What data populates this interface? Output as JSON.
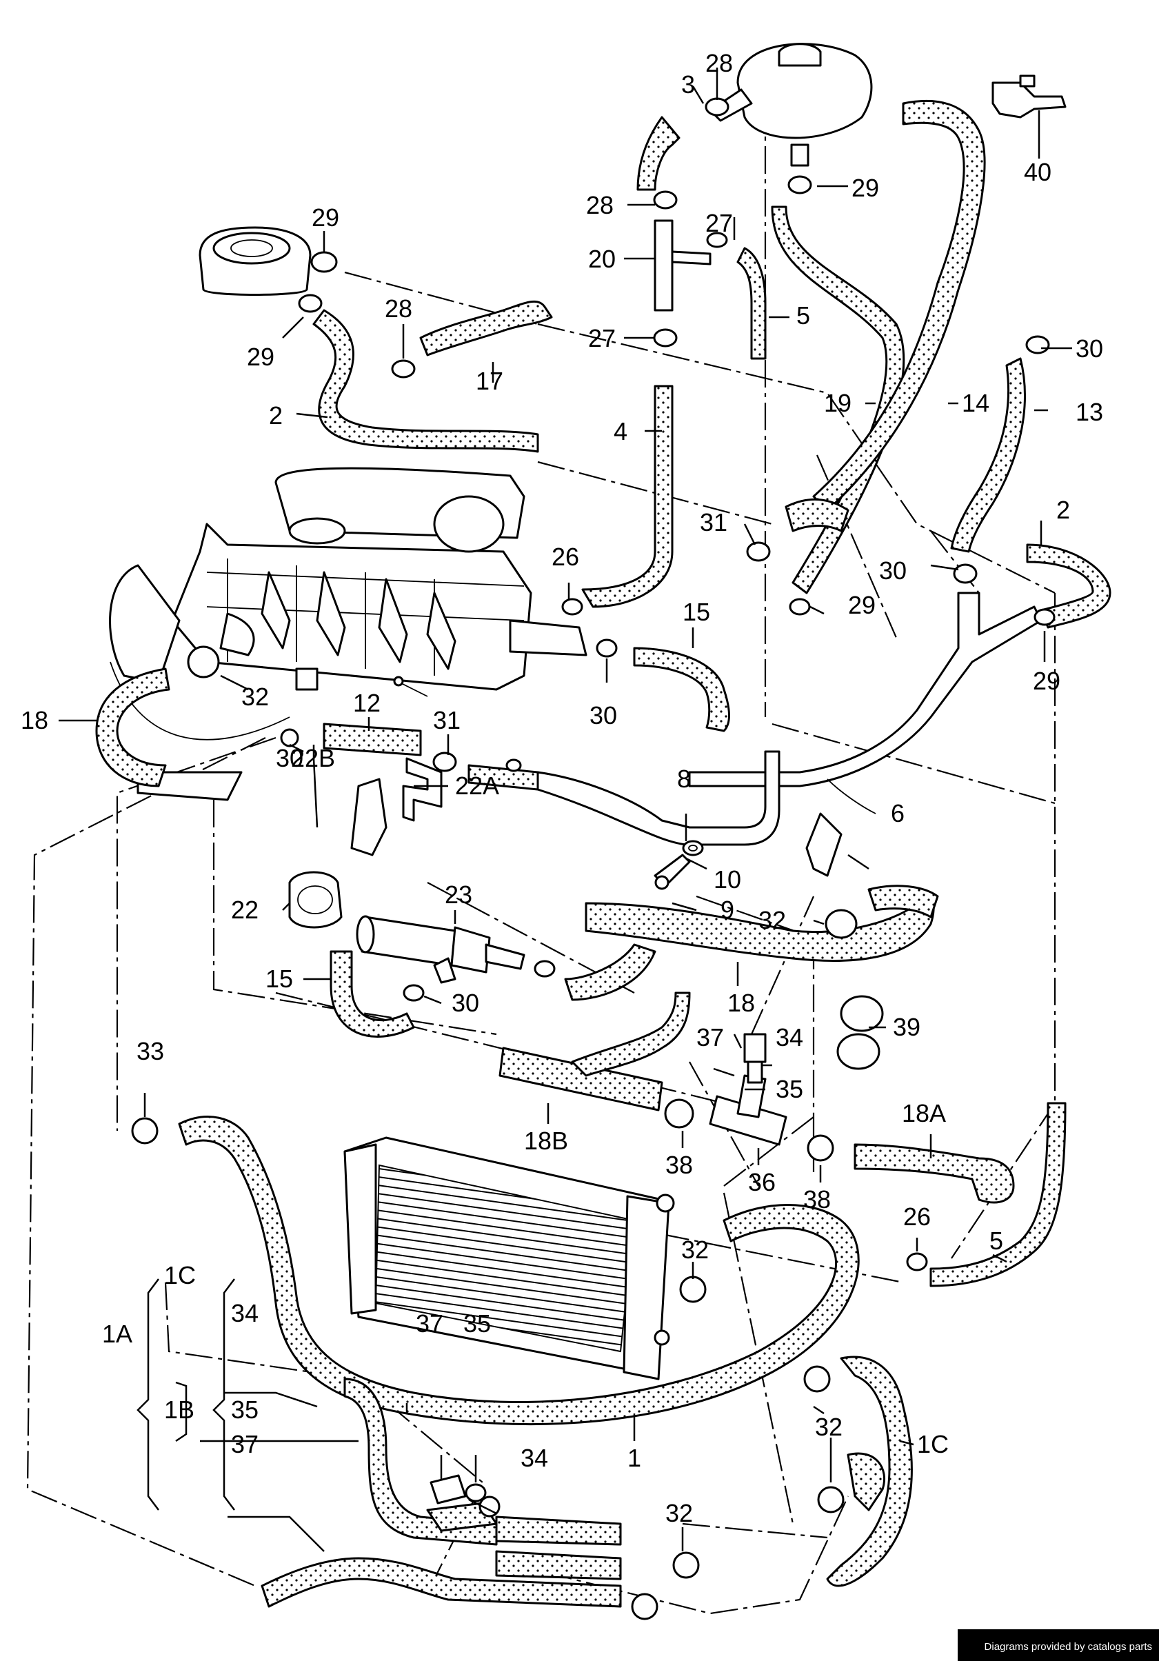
{
  "callouts": {
    "c1": "1",
    "c1A": "1A",
    "c1B": "1B",
    "c1C_a": "1C",
    "c1C_b": "1C",
    "c2_a": "2",
    "c2_b": "2",
    "c3": "3",
    "c4": "4",
    "c5_a": "5",
    "c5_b": "5",
    "c6": "6",
    "c8": "8",
    "c9": "9",
    "c10": "10",
    "c12": "12",
    "c13": "13",
    "c14": "14",
    "c15_a": "15",
    "c15_b": "15",
    "c17": "17",
    "c18_a": "18",
    "c18_b": "18",
    "c18A": "18A",
    "c18B": "18B",
    "c19": "19",
    "c20": "20",
    "c22": "22",
    "c22A": "22A",
    "c22B": "22B",
    "c23": "23",
    "c26_a": "26",
    "c26_b": "26",
    "c27_a": "27",
    "c27_b": "27",
    "c28_a": "28",
    "c28_b": "28",
    "c28_c": "28",
    "c29_a": "29",
    "c29_b": "29",
    "c29_c": "29",
    "c29_d": "29",
    "c29_e": "29",
    "c30_a": "30",
    "c30_b": "30",
    "c30_c": "30",
    "c30_d": "30",
    "c30_e": "30",
    "c31_a": "31",
    "c31_b": "31",
    "c32_a": "32",
    "c32_b": "32",
    "c32_c": "32",
    "c32_d": "32",
    "c32_e": "32",
    "c33": "33",
    "c34_a": "34",
    "c34_b": "34",
    "c34_c": "34",
    "c35_a": "35",
    "c35_b": "35",
    "c35_c": "35",
    "c36": "36",
    "c37_a": "37",
    "c37_b": "37",
    "c37_c": "37",
    "c38_a": "38",
    "c38_b": "38",
    "c39": "39",
    "c40": "40"
  },
  "credit": "Diagrams provided by catalogs parts",
  "colors": {
    "ink": "#000000",
    "paper": "#ffffff"
  },
  "icons": [
    "expansion-tank",
    "radiator",
    "engine-block",
    "hose-clamp",
    "temperature-sender",
    "vent-valve"
  ]
}
